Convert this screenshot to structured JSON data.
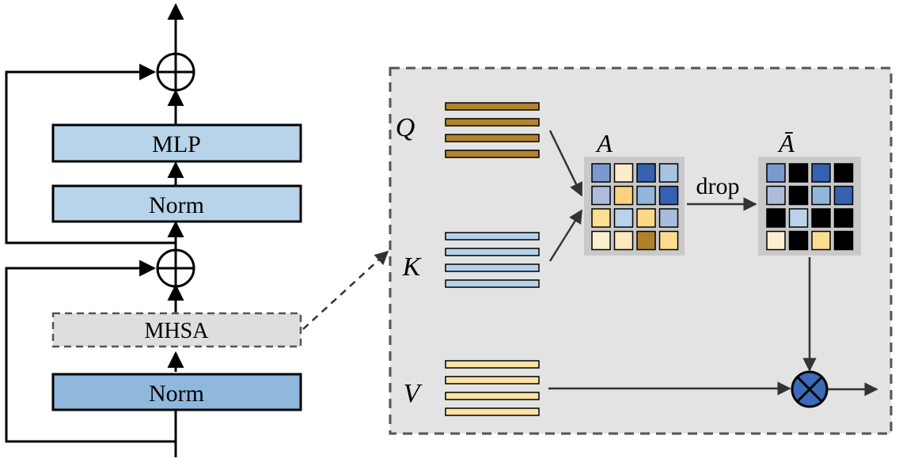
{
  "transformer_block": {
    "mlp_label": "MLP",
    "norm_top_label": "Norm",
    "mhsa_label": "MHSA",
    "norm_bottom_label": "Norm"
  },
  "attention_panel": {
    "q_label": "Q",
    "k_label": "K",
    "v_label": "V",
    "a_label": "A",
    "a_bar_label": "Ā",
    "drop_label": "drop"
  },
  "colors": {
    "mlp_fill": "#b8d4ea",
    "norm_top_fill": "#b8d4ea",
    "norm_bottom_fill": "#8fb8dc",
    "mhsa_fill": "#dedede",
    "panel_fill": "#e3e3e3",
    "q_bar": "#b5832c",
    "k_bar": "#b6d2ea",
    "v_bar": "#fce3a5",
    "multiply_node": "#3b6ab8"
  },
  "matrix_A": [
    [
      "#7a99cf",
      "#fdeccc",
      "#3562b0",
      "#a6c3e1"
    ],
    [
      "#aebcdc",
      "#fcd27f",
      "#90b6dc",
      "#3562b0"
    ],
    [
      "#fdde93",
      "#b9d3eb",
      "#fcd889",
      "#a9bcdc"
    ],
    [
      "#fdeed0",
      "#fde8c0",
      "#b0812b",
      "#fcdc8f"
    ]
  ],
  "matrix_A_bar": [
    [
      "#7a99cf",
      "#000000",
      "#3562b0",
      "#000000"
    ],
    [
      "#aebcdc",
      "#000000",
      "#90b6dc",
      "#3562b0"
    ],
    [
      "#000000",
      "#b9d3eb",
      "#000000",
      "#000000"
    ],
    [
      "#fdeed0",
      "#000000",
      "#fcdc8f",
      "#000000"
    ]
  ]
}
